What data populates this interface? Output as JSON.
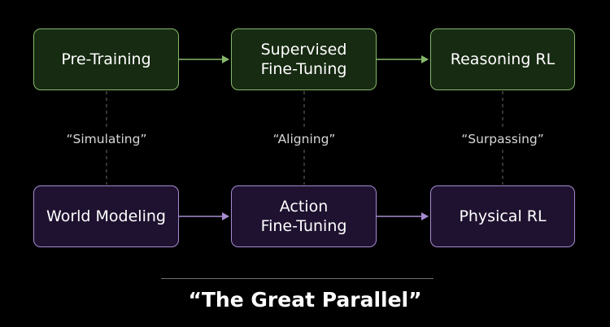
{
  "stages_top": [
    {
      "label": "Pre-Training"
    },
    {
      "label": "Supervised\nFine-Tuning"
    },
    {
      "label": "Reasoning RL"
    }
  ],
  "stages_bottom": [
    {
      "label": "World Modeling"
    },
    {
      "label": "Action\nFine-Tuning"
    },
    {
      "label": "Physical RL"
    }
  ],
  "connections": [
    {
      "label": "“Simulating”"
    },
    {
      "label": "“Aligning”"
    },
    {
      "label": "“Surpassing”"
    }
  ],
  "footer": {
    "title": "“The Great Parallel”"
  },
  "colors": {
    "top_border": "#86b86a",
    "top_fill": "#172a12",
    "bottom_border": "#a58bd0",
    "bottom_fill": "#1f1230",
    "background": "#000000"
  }
}
